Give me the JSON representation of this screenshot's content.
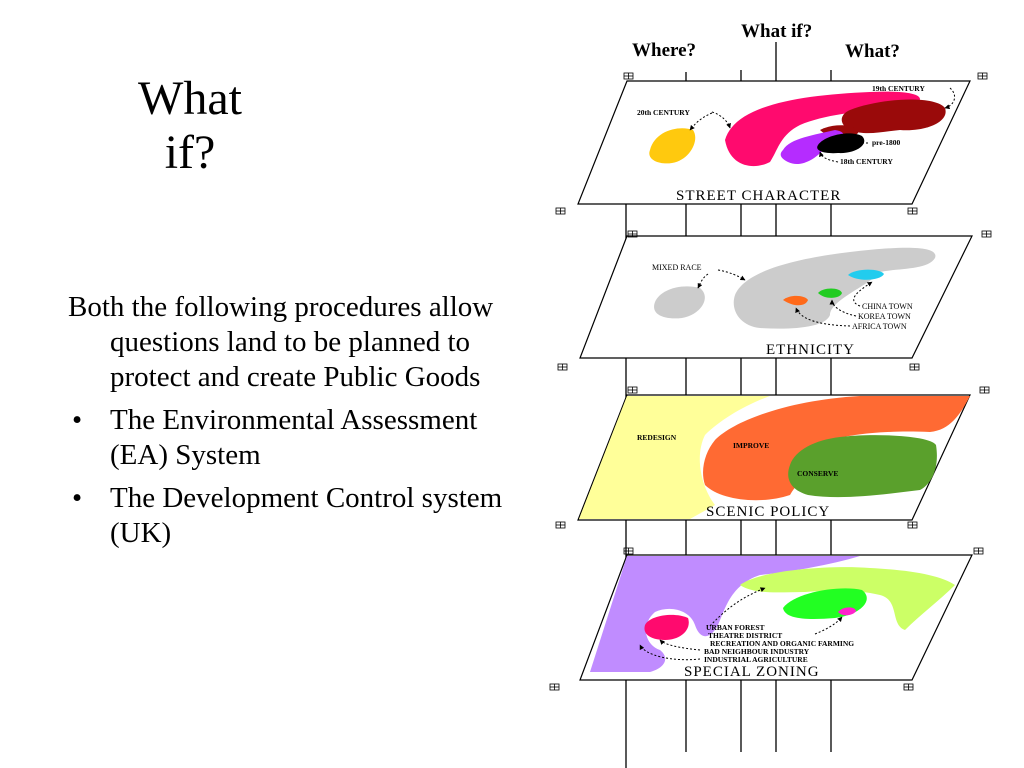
{
  "slide": {
    "title_line1": "What",
    "title_line2": "if?",
    "intro": "Both the following procedures allow questions land to be planned to protect and create Public Goods",
    "bullet_mark": "•",
    "bullets": [
      "The Environmental Assessment (EA) System",
      "The Development Control system (UK)"
    ]
  },
  "diagram": {
    "questions": {
      "where": "Where?",
      "what_if": "What if?",
      "what": "What?"
    },
    "layers": [
      {
        "title": "STREET CHARACTER",
        "labels": [
          "19th CENTURY",
          "20th CENTURY",
          "pre-1800",
          "18th CENTURY"
        ],
        "colors": {
          "pink": "#ff0a6e",
          "darkred": "#9a0a0a",
          "yellow": "#ffc90e",
          "purple": "#b52cff",
          "black": "#000000"
        }
      },
      {
        "title": "ETHNICITY",
        "labels": [
          "MIXED RACE",
          "CHINA TOWN",
          "KOREA TOWN",
          "AFRICA TOWN"
        ],
        "colors": {
          "grey": "#cccccc",
          "orange": "#ff6a1a",
          "green": "#22cc22",
          "cyan": "#22ccee"
        }
      },
      {
        "title": "SCENIC POLICY",
        "labels": [
          "REDESIGN",
          "IMPROVE",
          "CONSERVE"
        ],
        "colors": {
          "paleyellow": "#ffff99",
          "orange": "#ff6a33",
          "green": "#5aa02c"
        }
      },
      {
        "title": "SPECIAL ZONING",
        "labels": [
          "URBAN FOREST",
          "THEATRE DISTRICT",
          "RECREATION AND ORGANIC FARMING",
          "BAD NEIGHBOUR INDUSTRY",
          "INDUSTRIAL AGRICULTURE"
        ],
        "colors": {
          "lavender": "#c08cff",
          "lime": "#ccff66",
          "brightgreen": "#22ff22",
          "pink": "#ff0a6e",
          "magenta": "#ff22cc"
        }
      }
    ]
  }
}
